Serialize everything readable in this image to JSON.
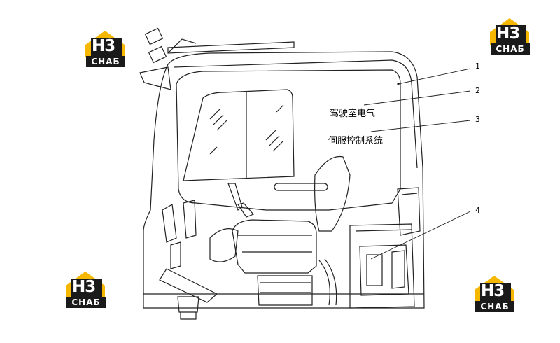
{
  "brand": {
    "mark_text": "H3",
    "name_text": "CHAБ",
    "accent_color": "#f5b700",
    "dark_color": "#1a1a1a"
  },
  "callouts": [
    "1",
    "2",
    "3",
    "4"
  ],
  "labels": {
    "cab_electrical": "驾驶室电气",
    "servo_control_system": "伺服控制系统"
  }
}
